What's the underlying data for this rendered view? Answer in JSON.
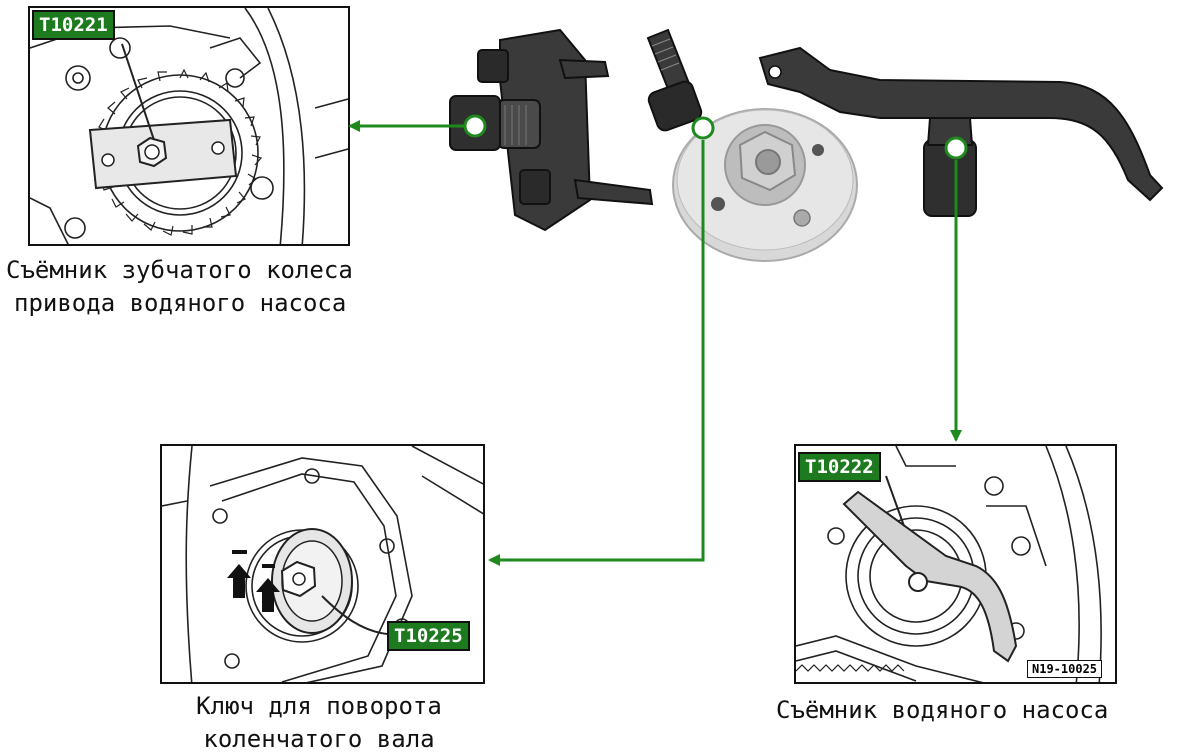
{
  "panels": {
    "gear_puller": {
      "tag": "T10221",
      "caption_line1": "Съёмник зубчатого колеса",
      "caption_line2": "привода водяного насоса"
    },
    "crank_wrench": {
      "tag": "T10225",
      "caption_line1": "Ключ для поворота",
      "caption_line2": "коленчатого вала"
    },
    "pump_puller": {
      "tag": "T10222",
      "caption": "Съёмник водяного насоса",
      "figure_number": "N19-10025"
    }
  },
  "colors": {
    "connector": "#1e8a1e",
    "tag_background": "#1e7a1e",
    "tool_dark": "#3a3a3a",
    "tool_light": "#d8d8d8"
  },
  "icons": [
    "gear-puller-tool",
    "crank-wrench-tool",
    "pump-puller-tool",
    "up-arrow-icon",
    "connector-circle-icon"
  ]
}
